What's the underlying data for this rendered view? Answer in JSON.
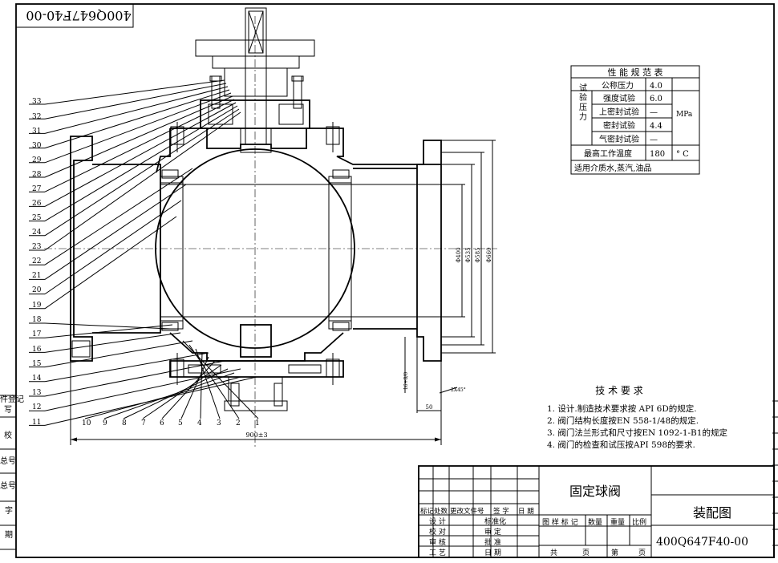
{
  "drawing_number": "400Q647F40-00",
  "drawing_number_mirrored": "400Q647F40-00",
  "part_labels_left": [
    "33",
    "32",
    "31",
    "30",
    "29",
    "28",
    "27",
    "26",
    "25",
    "24",
    "23",
    "22",
    "21",
    "20",
    "19",
    "18",
    "17",
    "16",
    "15",
    "14",
    "13",
    "12",
    "11"
  ],
  "part_labels_bottom": [
    "10",
    "9",
    "8",
    "7",
    "6",
    "5",
    "4",
    "3",
    "2",
    "1"
  ],
  "dimensions": {
    "overall_length": "900±3",
    "dia_1": "Φ400",
    "dia_2": "Φ535",
    "dia_3": "Φ585",
    "dia_4": "Φ660",
    "flange_thk": "16+8/0",
    "chamfer": "2X45°",
    "offset": "50"
  },
  "perf_table": {
    "title": "性 能 规 范 表",
    "nominal_label": "公称压力",
    "nominal_value": "4.0",
    "group_label": "试验压力",
    "rows": [
      {
        "label": "强度试验",
        "value": "6.0"
      },
      {
        "label": "上密封试验",
        "value": "—"
      },
      {
        "label": "密封试验",
        "value": "4.4"
      },
      {
        "label": "气密封试验",
        "value": "—"
      }
    ],
    "unit": "MPa",
    "max_temp_label": "最高工作温度",
    "max_temp_value": "180",
    "max_temp_unit": "° C",
    "medium": "适用介质水,蒸汽,油品"
  },
  "tech_req": {
    "title": "技 术 要 求",
    "items": [
      "1. 设计.制造技术要求按 API 6D的规定.",
      "2. 阀门结构长度按EN 558-1/48的规定.",
      "3. 阀门法兰形式和尺寸按EN 1092-1-B1的规定",
      "4. 阀门的检查和试压按API 598的要求."
    ]
  },
  "left_margin_labels": [
    "件登记",
    "写",
    "校",
    "总号",
    "总号",
    "字",
    "期"
  ],
  "title_block": {
    "product_name": "固定球阀",
    "drawing_type": "装配图",
    "header_row": [
      "标记",
      "处数",
      "更改文件号",
      "签 字",
      "日 期"
    ],
    "roles_left": [
      "设 计",
      "校 对",
      "审 核",
      "工 艺"
    ],
    "roles_right": [
      "标准化",
      "审 定",
      "批 准",
      "日 期"
    ],
    "stage_label": "图 样 标 记",
    "qty_label": "数量",
    "weight_label": "重量",
    "scale_label": "比例",
    "sheet_total": "共",
    "sheet_unit1": "页",
    "sheet_label": "第",
    "sheet_unit2": "页"
  }
}
